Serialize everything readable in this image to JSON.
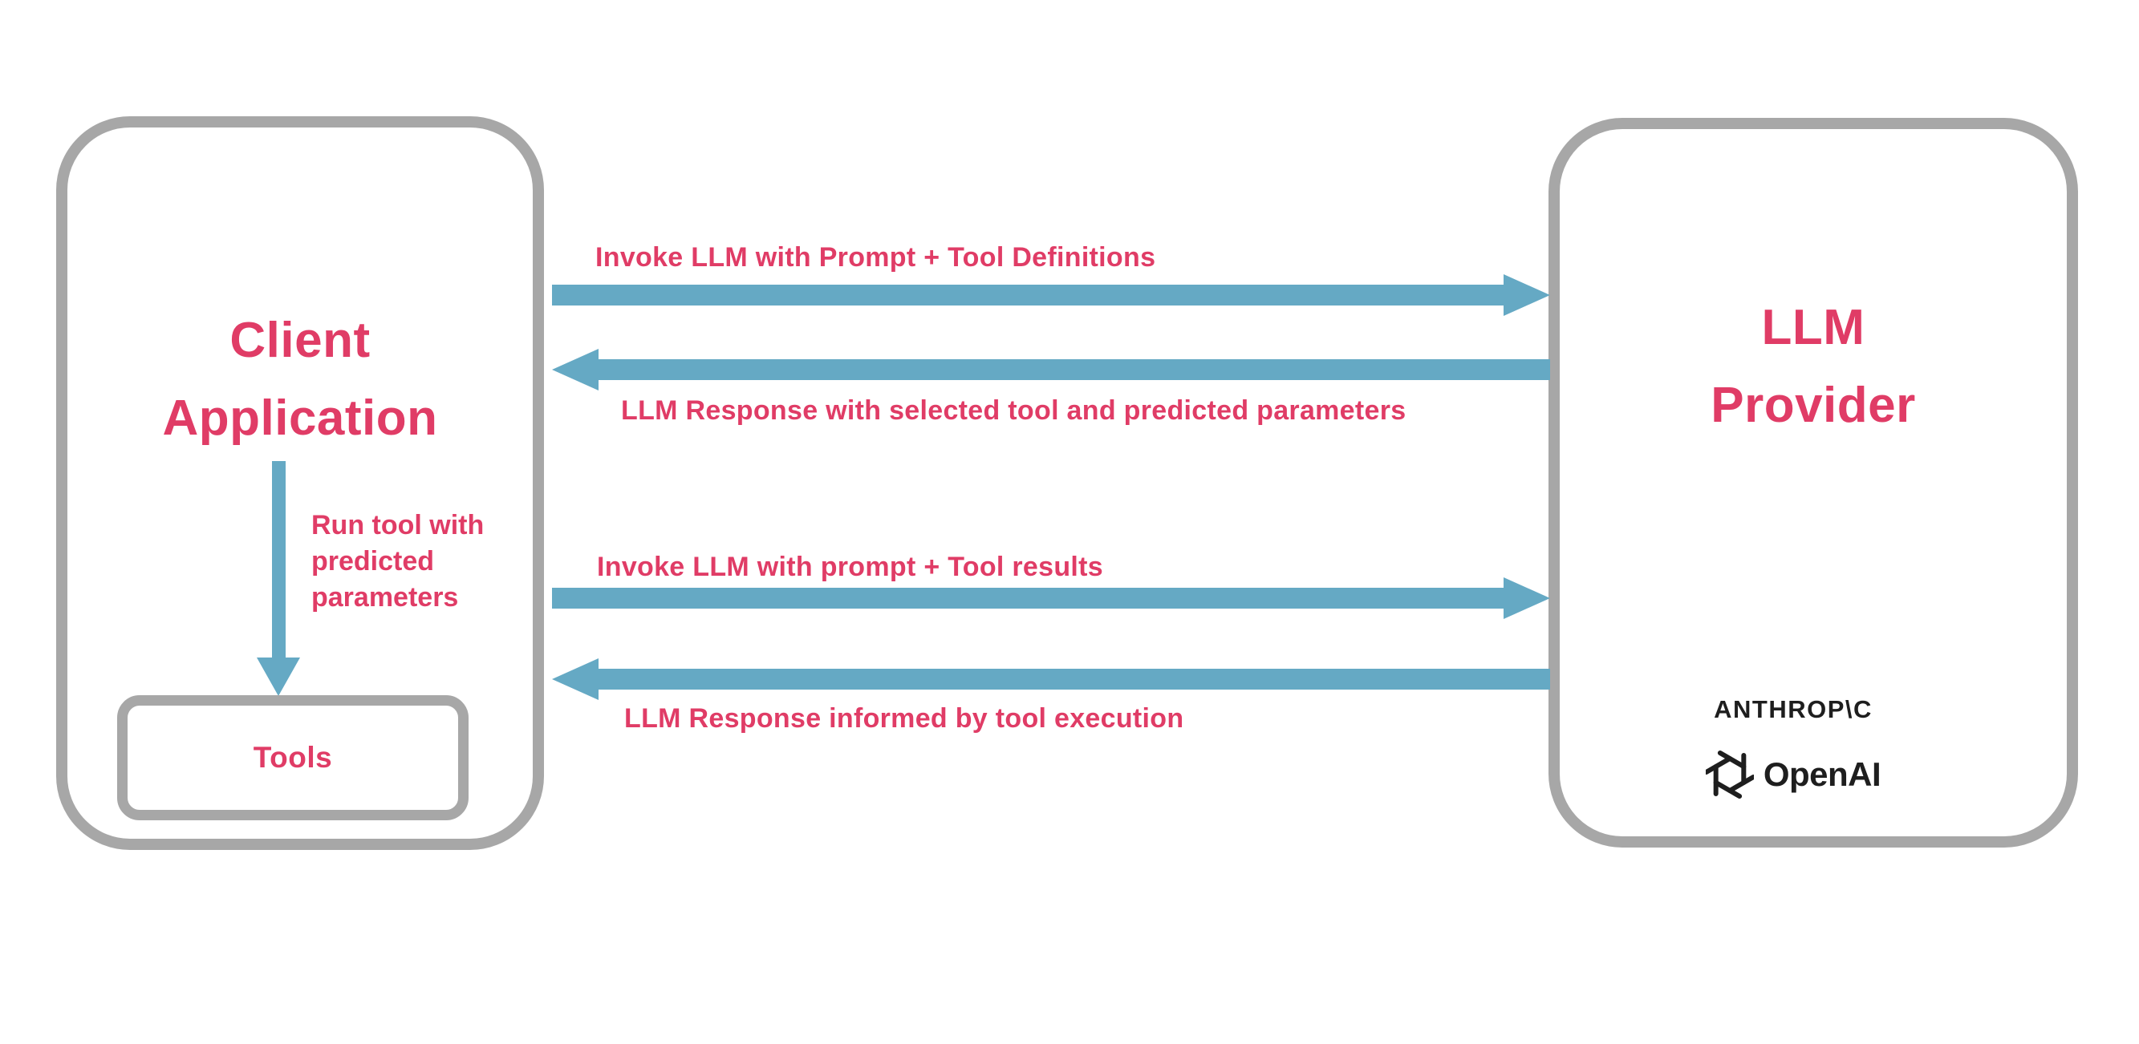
{
  "colors": {
    "accent_pink": "#e03c66",
    "arrow_blue": "#65a9c4",
    "border_gray": "#a7a7a7",
    "logo_black": "#1e1e1e",
    "background": "#ffffff"
  },
  "client_box": {
    "title": "Client\nApplication",
    "run_tool_label": "Run tool with\npredicted\nparameters",
    "tools_label": "Tools"
  },
  "provider_box": {
    "title": "LLM\nProvider",
    "logos": {
      "anthropic": "ANTHROP\\C",
      "openai": "OpenAI"
    }
  },
  "flows": [
    {
      "label": "Invoke LLM with Prompt + Tool Definitions",
      "direction": "right"
    },
    {
      "label": "LLM Response with selected tool and predicted parameters",
      "direction": "left"
    },
    {
      "label": "Invoke LLM with prompt + Tool results",
      "direction": "right"
    },
    {
      "label": "LLM Response informed by tool execution",
      "direction": "left"
    }
  ]
}
